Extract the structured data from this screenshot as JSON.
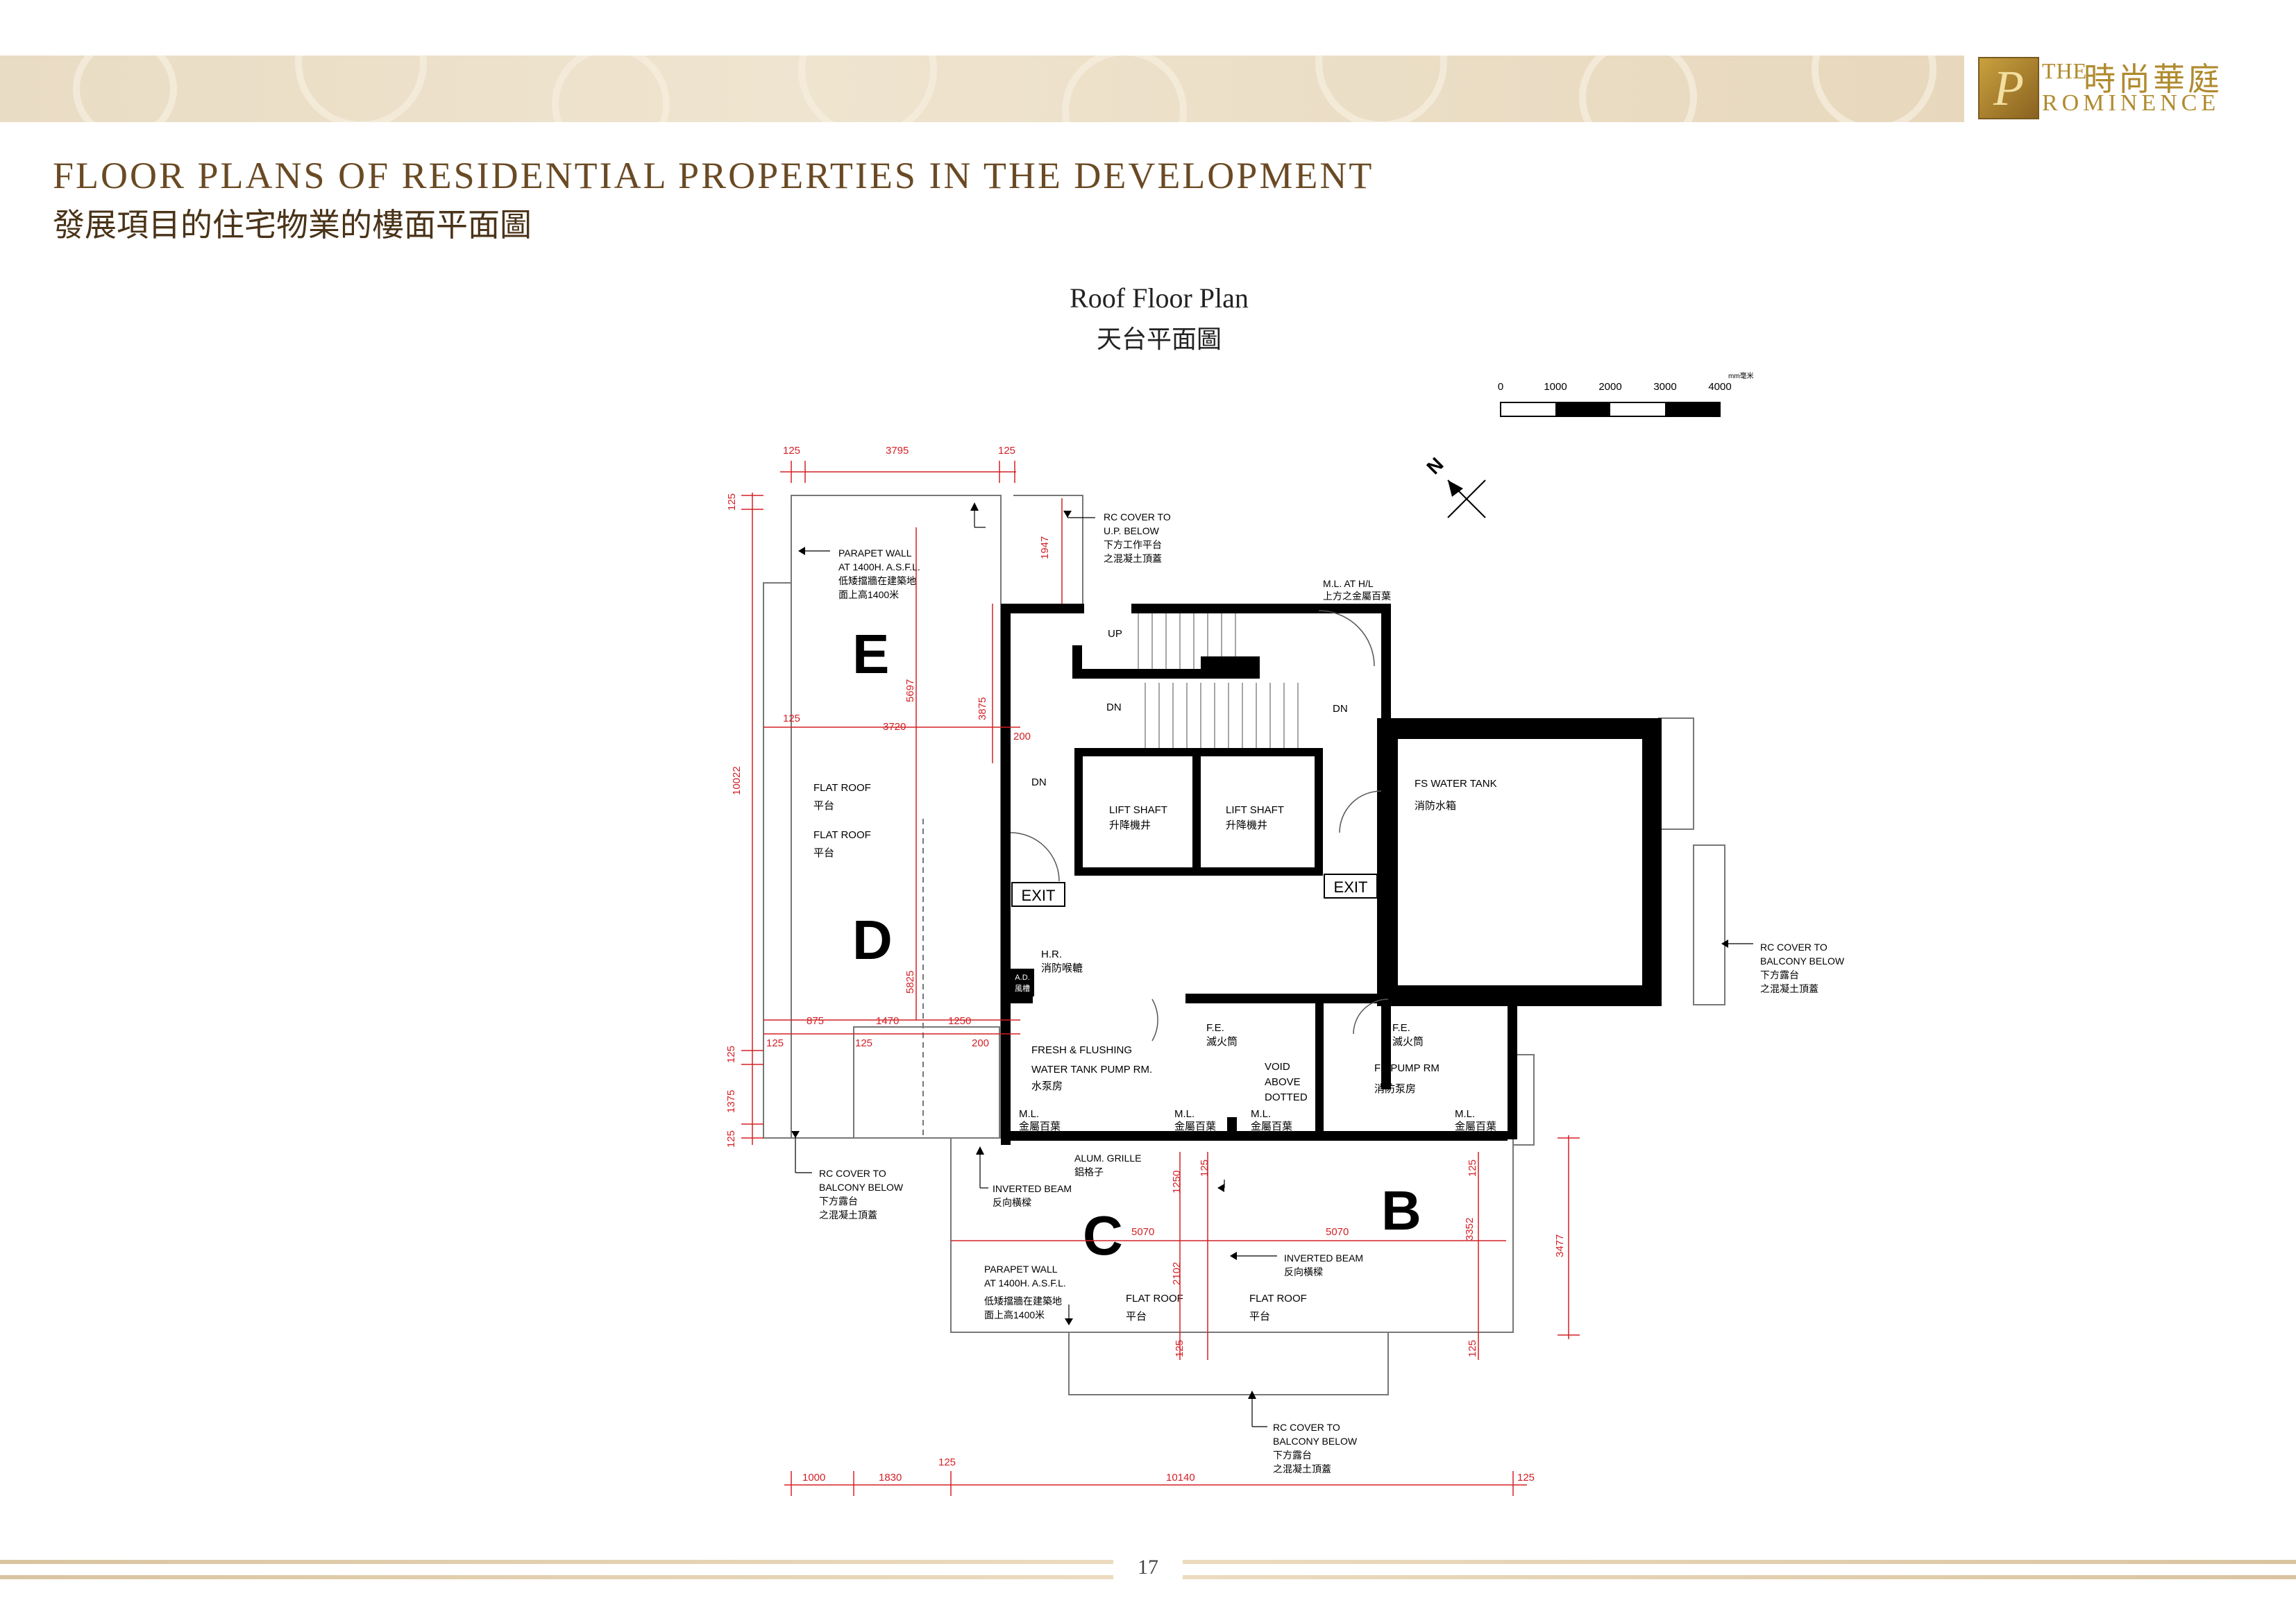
{
  "header": {
    "logo_mark": "P",
    "logo_the": "THE",
    "logo_chinese": "時尚華庭",
    "logo_english": "ROMINENCE",
    "colors": {
      "band": "#ebdfc8",
      "title": "#6a4a24",
      "logo": "#b08a2e"
    }
  },
  "page": {
    "title_en": "FLOOR PLANS OF RESIDENTIAL PROPERTIES IN THE DEVELOPMENT",
    "title_cn": "發展項目的住宅物業的樓面平面圖",
    "page_number": "17"
  },
  "plan": {
    "title_en": "Roof Floor Plan",
    "title_cn": "天台平面圖",
    "scale": {
      "ticks": [
        "0",
        "1000",
        "2000",
        "3000",
        "4000"
      ],
      "unit": "mm毫米"
    },
    "north": "N",
    "flats": {
      "e": "E",
      "d": "D",
      "c": "C",
      "b": "B"
    },
    "rooms": {
      "up": "UP",
      "dn1": "DN",
      "dn2": "DN",
      "dn3": "DN",
      "lift1_en": "LIFT SHAFT",
      "lift1_cn": "升降機井",
      "lift2_en": "LIFT SHAFT",
      "lift2_cn": "升降機井",
      "exit1": "EXIT",
      "exit2": "EXIT",
      "fs_tank_en": "FS WATER TANK",
      "fs_tank_cn": "消防水箱",
      "hr_en": "H.R.",
      "hr_cn": "消防喉轆",
      "ad_en": "A.D.",
      "ad_cn": "風槽",
      "fresh1": "FRESH & FLUSHING",
      "fresh2": "WATER TANK PUMP RM.",
      "fresh_cn": "水泵房",
      "fe1_en": "F.E.",
      "fe1_cn": "滅火筒",
      "fe2_en": "F.E.",
      "fe2_cn": "滅火筒",
      "void1": "VOID",
      "void2": "ABOVE",
      "void3": "DOTTED",
      "fs_pump_en": "FS PUMP RM",
      "fs_pump_cn": "消防泵房",
      "ml_en": "M.L.",
      "ml_cn": "金屬百葉",
      "flat_roof_en": "FLAT ROOF",
      "flat_roof_cn": "平台"
    },
    "notes": {
      "parapet1": [
        "PARAPET WALL",
        "AT 1400H. A.S.F.L.",
        "低矮擋牆在建築地",
        "面上高1400米"
      ],
      "rc_up": [
        "RC COVER TO",
        "U.P. BELOW",
        "下方工作平台",
        "之混凝土頂蓋"
      ],
      "ml_hl": [
        "M.L. AT H/L",
        "上方之金屬百葉"
      ],
      "rc_balcony_right": [
        "RC COVER TO",
        "BALCONY BELOW",
        "下方露台",
        "之混凝土頂蓋"
      ],
      "rc_balcony_left": [
        "RC COVER TO",
        "BALCONY BELOW",
        "下方露台",
        "之混凝土頂蓋"
      ],
      "alum": [
        "ALUM. GRILLE",
        "鋁格子"
      ],
      "inverted1": [
        "INVERTED BEAM",
        "反向橫樑"
      ],
      "inverted2": [
        "INVERTED BEAM",
        "反向橫樑"
      ],
      "parapet2": [
        "PARAPET WALL",
        "AT 1400H. A.S.F.L.",
        "低矮擋牆在建築地",
        "面上高1400米"
      ],
      "rc_balcony_bottom": [
        "RC COVER TO",
        "BALCONY BELOW",
        "下方露台",
        "之混凝土頂蓋"
      ]
    },
    "dimensions": {
      "top": [
        "125",
        "3795",
        "125"
      ],
      "d1947": "1947",
      "d125_left_top": "125",
      "d10022": "10022",
      "d5697": "5697",
      "d3875": "3875",
      "row_3720": [
        "125",
        "3720",
        "200"
      ],
      "d5825": "5825",
      "row_mid": [
        "875",
        "1470",
        "1250"
      ],
      "row_low": [
        "125",
        "125",
        "200"
      ],
      "left_low": [
        "125",
        "1375",
        "125"
      ],
      "d1250": "1250",
      "d125_c": "125",
      "d5070a": "5070",
      "d5070b": "5070",
      "d2102": "2102",
      "d125_c_low": "125",
      "d125_b": "125",
      "d3352": "3352",
      "d125_b_low": "125",
      "d3477": "3477",
      "bottom": [
        "1000",
        "1830",
        "125",
        "10140",
        "125"
      ]
    },
    "colors": {
      "dimension": "#d42027",
      "wall": "#000000",
      "line": "#555555"
    }
  }
}
